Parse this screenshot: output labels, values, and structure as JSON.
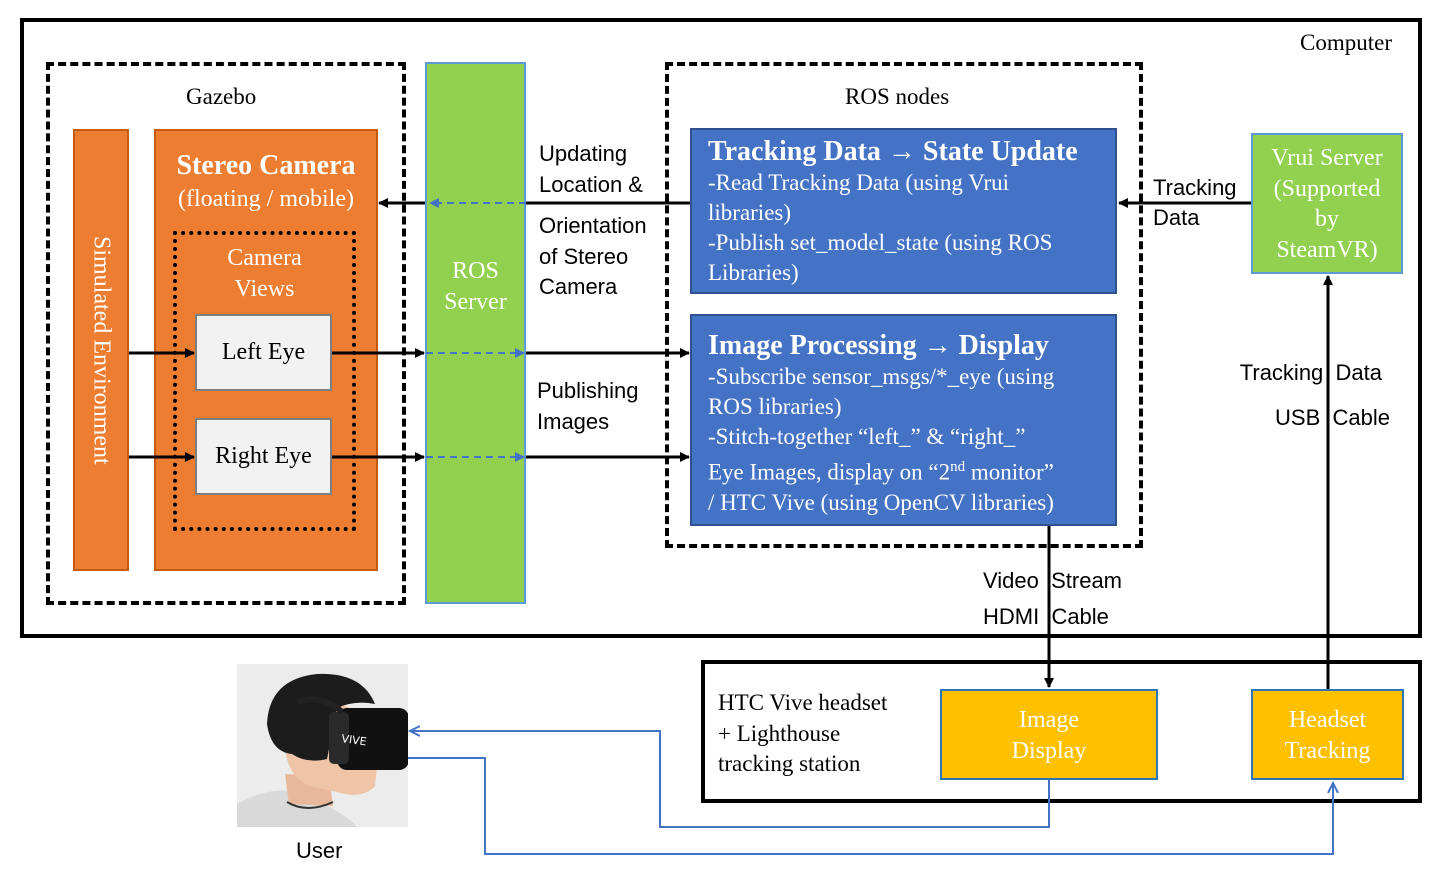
{
  "computer": {
    "label": "Computer"
  },
  "gazebo": {
    "label": "Gazebo",
    "simulated_environment": "Simulated Environment",
    "stereo_camera": {
      "title": "Stereo Camera",
      "subtitle": "(floating / mobile)"
    },
    "camera_views": {
      "label_line1": "Camera",
      "label_line2": "Views",
      "left_eye": "Left Eye",
      "right_eye": "Right Eye"
    }
  },
  "ros_server": {
    "line1": "ROS",
    "line2": "Server"
  },
  "ros_nodes": {
    "label": "ROS nodes",
    "tracking_box": {
      "title": "Tracking Data → State Update",
      "lines": [
        "-Read Tracking Data (using Vrui",
        "libraries)",
        "-Publish set_model_state (using  ROS",
        "Libraries)"
      ]
    },
    "image_box": {
      "title": "Image Processing → Display",
      "lines": [
        "-Subscribe sensor_msgs/*_eye (using",
        "ROS libraries)",
        "-Stitch-together “left_” & “right_”"
      ],
      "line4_before": "Eye Images, display on “2",
      "line4_sup": "nd",
      "line4_after": " monitor”",
      "line5": "/ HTC Vive (using OpenCV libraries)"
    }
  },
  "vrui_server": {
    "line1": "Vrui Server",
    "line2": "(Supported",
    "line3": "by",
    "line4": "SteamVR)"
  },
  "labels": {
    "updating": [
      "Updating",
      "Location &",
      "Orientation",
      "of Stereo",
      "Camera"
    ],
    "publishing": [
      "Publishing",
      "Images"
    ],
    "tracking_data_top": [
      "Tracking",
      "Data"
    ],
    "tracking_usb": [
      "Tracking  Data",
      "USB  Cable"
    ],
    "video_hdmi": [
      "Video  Stream",
      "HDMI  Cable"
    ]
  },
  "htc": {
    "label": [
      "HTC Vive headset",
      "+ Lighthouse",
      "tracking station"
    ],
    "image_display": [
      "Image",
      "Display"
    ],
    "headset_tracking": [
      "Headset",
      "Tracking"
    ]
  },
  "user": {
    "label": "User"
  },
  "colors": {
    "orange": "#ed7d31",
    "green": "#92d050",
    "blue": "#4472c4",
    "yellow": "#ffc000",
    "flow_blue": "#4472c4"
  }
}
